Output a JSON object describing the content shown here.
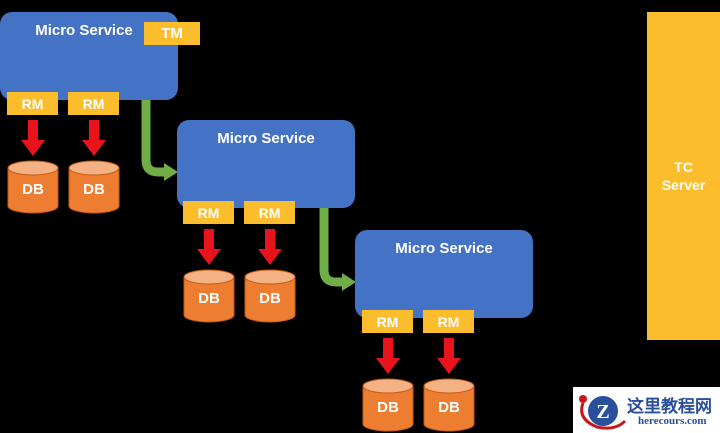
{
  "diagram": {
    "services": [
      {
        "title": "Micro Service",
        "tm_label": "TM",
        "rms": [
          "RM",
          "RM"
        ],
        "dbs": [
          "DB",
          "DB"
        ]
      },
      {
        "title": "Micro Service",
        "rms": [
          "RM",
          "RM"
        ],
        "dbs": [
          "DB",
          "DB"
        ]
      },
      {
        "title": "Micro Service",
        "rms": [
          "RM",
          "RM"
        ],
        "dbs": [
          "DB",
          "DB"
        ]
      }
    ],
    "tc_server": {
      "line1": "TC",
      "line2": "Server"
    },
    "colors": {
      "service": "#4472c4",
      "tag": "#fbbd2c",
      "db": "#ed7d31",
      "db_top": "#f4b183",
      "write_arrow": "#e8131b",
      "call_arrow": "#70ad47",
      "background": "#000000"
    }
  },
  "watermark": {
    "title": "这里教程网",
    "url": "herecours.com",
    "logo_letter": "Z"
  }
}
